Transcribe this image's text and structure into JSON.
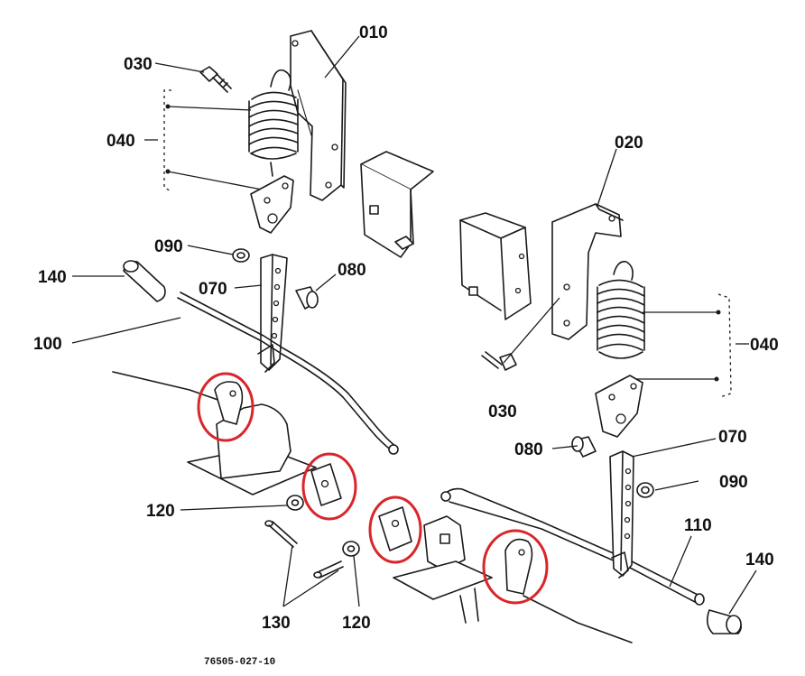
{
  "labels": {
    "p010": "010",
    "p020": "020",
    "p030_top": "030",
    "p030_right": "030",
    "p040_left": "040",
    "p040_right": "040",
    "p070_left": "070",
    "p070_right": "070",
    "p080_left": "080",
    "p080_right": "080",
    "p090_left": "090",
    "p090_right": "090",
    "p100": "100",
    "p110": "110",
    "p120_left": "120",
    "p120_bottom": "120",
    "p130": "130",
    "p140_left": "140",
    "p140_right": "140"
  },
  "drawing_code": "76505-027-10",
  "colors": {
    "line": "#1a1a1a",
    "highlight": "#d9262b",
    "background": "#ffffff"
  }
}
